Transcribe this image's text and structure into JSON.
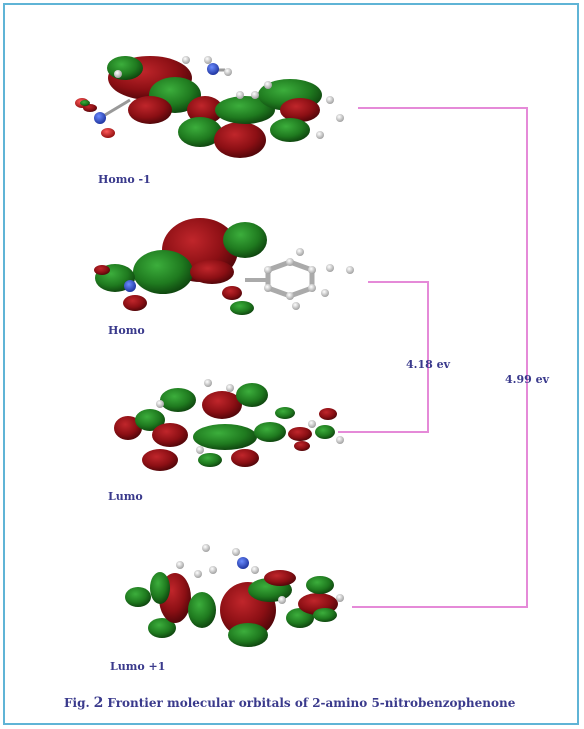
{
  "orbitals": [
    {
      "label": "Homo -1"
    },
    {
      "label": "Homo"
    },
    {
      "label": "Lumo"
    },
    {
      "label": "Lumo +1"
    }
  ],
  "gaps": [
    {
      "label": "4.18 ev",
      "from": "Homo",
      "to": "Lumo"
    },
    {
      "label": "4.99 ev",
      "from": "Homo -1",
      "to": "Lumo +1"
    }
  ],
  "caption": {
    "prefix": "Fig.",
    "number": "2",
    "text": "Frontier molecular orbitals of 2-amino 5-nitrobenzophenone"
  },
  "colors": {
    "frame": "#5fb4d6",
    "connector": "#e58ad8",
    "orbital_positive": "#8b0f14",
    "orbital_negative": "#1f7a1f",
    "nitrogen": "#2244cc",
    "oxygen": "#cc1111",
    "label_text": "#3a3a8c"
  }
}
